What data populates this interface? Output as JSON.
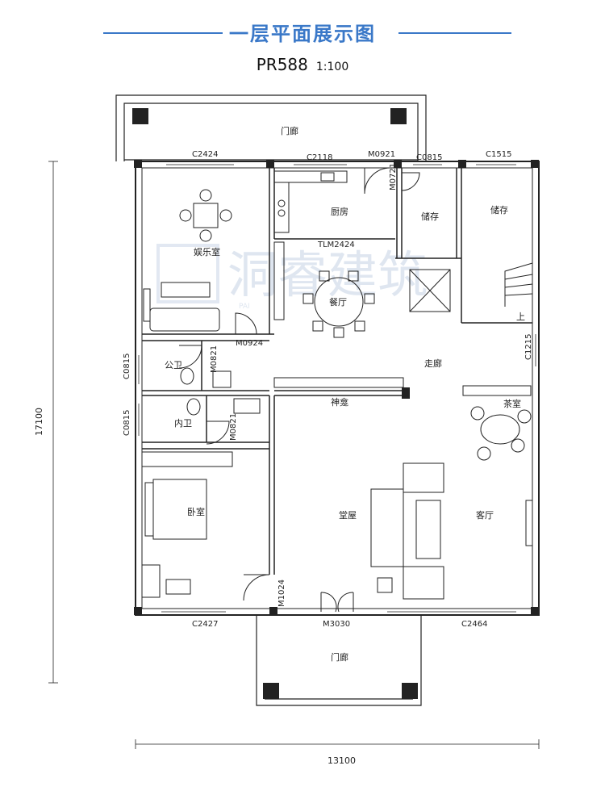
{
  "header": {
    "title": "一层平面展示图",
    "plan_code": "PR588",
    "scale": "1:100",
    "accent_color": "#3a78c8"
  },
  "watermark": {
    "text": "洞睿建筑",
    "latin": "PAI"
  },
  "rooms": {
    "front_porch": "门廊",
    "rear_porch": "门廊",
    "entertainment": "娱乐室",
    "kitchen": "厨房",
    "storage_1": "储存",
    "storage_2": "储存",
    "dining": "餐厅",
    "public_wc": "公卫",
    "inner_wc": "内卫",
    "corridor": "走廊",
    "tea_room": "茶室",
    "altar": "神龛",
    "bedroom": "卧室",
    "hall": "堂屋",
    "living": "客厅",
    "stairs_up": "上"
  },
  "openings": {
    "c2424": "C2424",
    "c2118": "C2118",
    "m0921": "M0921",
    "c0815_top": "C0815",
    "c1515": "C1515",
    "m0721": "M0721",
    "tlm2424": "TLM2424",
    "m0924": "M0924",
    "m0821_a": "M0821",
    "m0821_b": "M0821",
    "c0815_left_a": "C0815",
    "c0815_left_b": "C0815",
    "c1215": "C1215",
    "m1024": "M1024",
    "c2427": "C2427",
    "m3030": "M3030",
    "c2464": "C2464"
  },
  "dimensions": {
    "overall_depth": "17100",
    "overall_width": "13100"
  }
}
